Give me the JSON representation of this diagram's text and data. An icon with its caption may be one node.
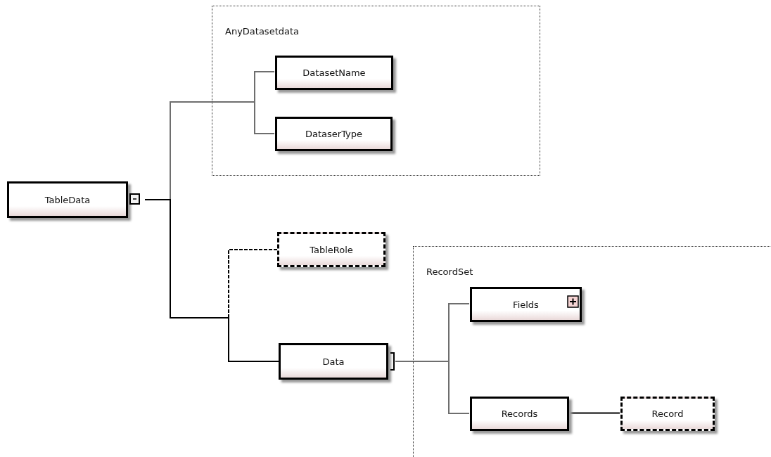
{
  "diagram": {
    "nodes": [
      {
        "text": [
          "TableData"
        ]
      },
      {
        "text": [
          "AnyDatasetdata"
        ]
      },
      {
        "text": [
          "DatasetName"
        ],
        "in": 1
      },
      {
        "text": [
          "DataserType"
        ],
        "in": 1
      },
      {
        "text": [
          "TableRole"
        ]
      },
      {
        "text": [
          "Data"
        ]
      },
      {
        "text": [
          "RecordSet"
        ]
      },
      {
        "text": [
          "Fields"
        ],
        "in": 6
      },
      {
        "text": [
          "Records"
        ],
        "in": 6
      },
      {
        "text": [
          "Record"
        ],
        "in": 6
      }
    ],
    "edges": [
      {
        "from": 0,
        "to": 2,
        "arrow": "none"
      },
      {
        "from": 0,
        "to": 3,
        "arrow": "none"
      },
      {
        "from": 0,
        "to": 4,
        "arrow": "none",
        "style": "dashed",
        "color": "#000000"
      },
      {
        "from": 0,
        "to": 5,
        "arrow": "none",
        "color": "#000000"
      },
      {
        "from": 5,
        "to": 7,
        "arrow": "none"
      },
      {
        "from": 5,
        "to": 8,
        "arrow": "none"
      },
      {
        "from": 8,
        "to": 9,
        "arrow": "none",
        "color": "#000000"
      }
    ]
  }
}
